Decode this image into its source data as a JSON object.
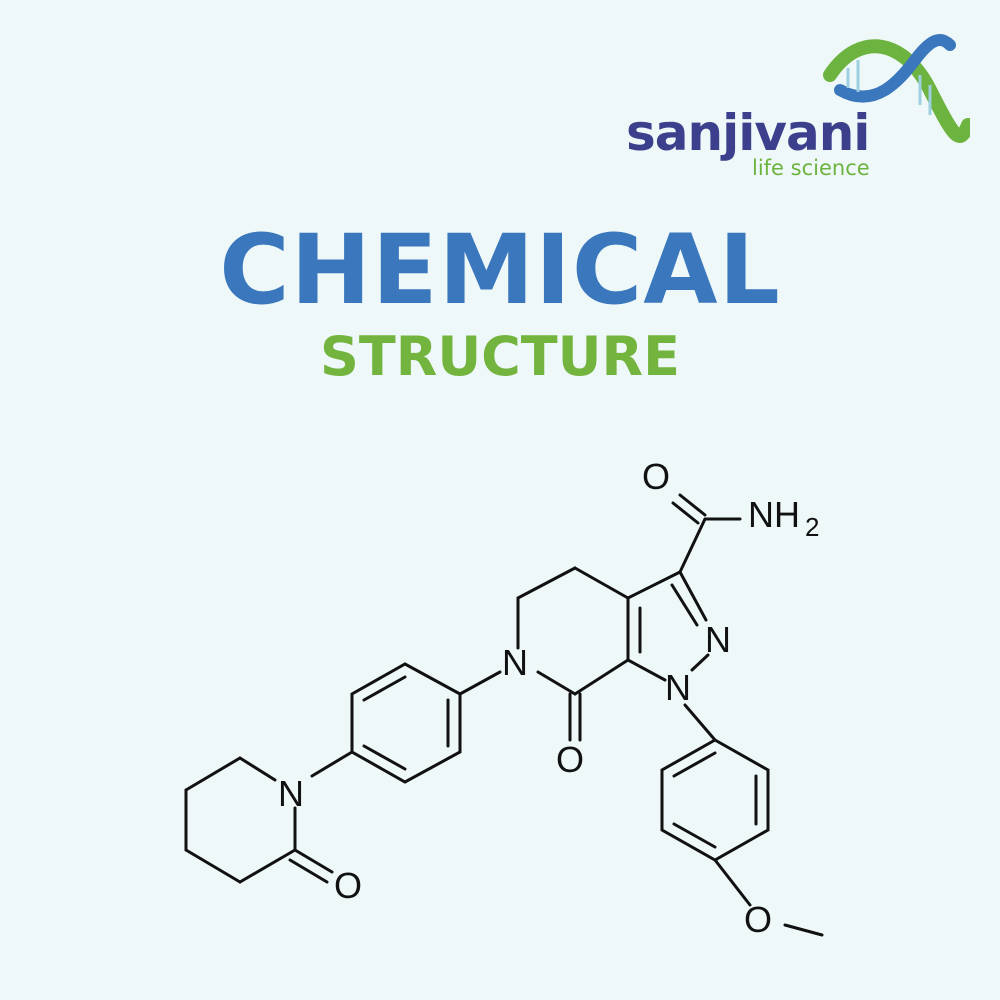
{
  "logo": {
    "brand": "sanjivani",
    "tagline": "life science",
    "colors": {
      "brand_blue": "#3b3f8c",
      "brand_green": "#6db33f",
      "dna_blue": "#3a77bd"
    },
    "icon": "dna-helix-icon"
  },
  "heading": {
    "title": "CHEMICAL",
    "subtitle": "STRUCTURE",
    "colors": {
      "title": "#3a77bd",
      "subtitle": "#72b43e"
    }
  },
  "structure": {
    "atom_labels": {
      "amide_o": "O",
      "amide_n": "NH",
      "amide_n_sub": "2",
      "pyrazole_n2": "N",
      "pyrazole_n1": "N",
      "lactam_n": "N",
      "lactam_o": "O",
      "piperidinone_n": "N",
      "piperidinone_o": "O",
      "methoxy_o": "O"
    }
  }
}
